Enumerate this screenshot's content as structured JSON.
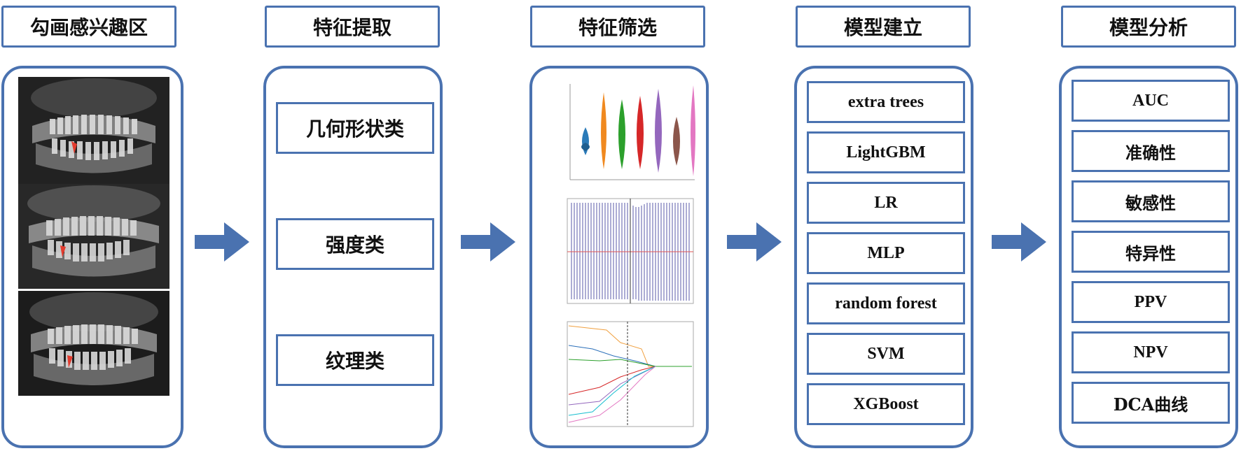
{
  "headers": [
    "勾画感兴趣区",
    "特征提取",
    "特征筛选",
    "模型建立",
    "模型分析"
  ],
  "feature_types": [
    "几何形状类",
    "强度类",
    "纹理类"
  ],
  "models": [
    "extra trees",
    "LightGBM",
    "LR",
    "MLP",
    "random forest",
    "SVM",
    "XGBoost"
  ],
  "metrics": [
    "AUC",
    "准确性",
    "敏感性",
    "特异性",
    "PPV",
    "NPV",
    "DCA曲线"
  ],
  "colors": {
    "border": "#4a72b0",
    "arrow": "#4a72b0",
    "marker": "#e23b2e"
  }
}
